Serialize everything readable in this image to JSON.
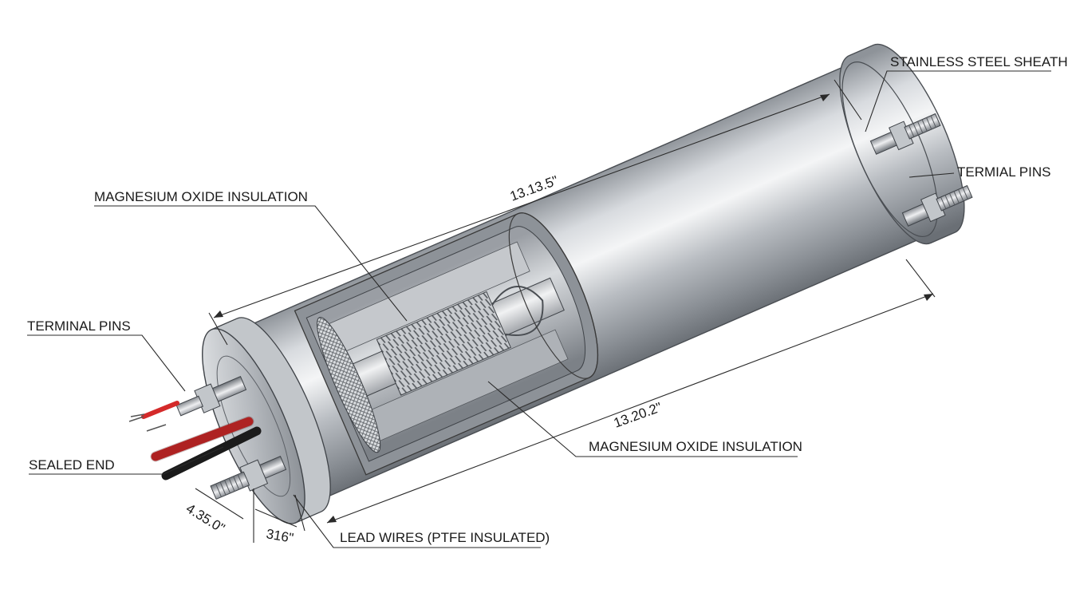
{
  "colors": {
    "sheath_light": "#eceef0",
    "sheath_mid": "#b8bcc2",
    "sheath_dark": "#6f747a",
    "wire_red": "#d42a2a",
    "wire_black": "#1b1b1b",
    "line": "#2a2a2a"
  },
  "labels": {
    "magnesium_oxide_top": "MAGNESIUM OXIDE INSULATION",
    "terminal_pins_left": "TERMINAL PINS",
    "sealed_end": "SEALED END",
    "stainless_sheath": "STAINLESS STEEL SHEATH",
    "terminal_pins_right": "TERMIAL PINS",
    "magnesium_oxide_bottom": "MAGNESIUM OXIDE INSULATION",
    "lead_wires": "LEAD WIRES (PTFE INSULATED)"
  },
  "dimensions": {
    "overall_top": "13.13.5\"",
    "overall_bottom": "13.20.2\"",
    "end_width": "4.35.0\"",
    "end_small": "316\""
  }
}
